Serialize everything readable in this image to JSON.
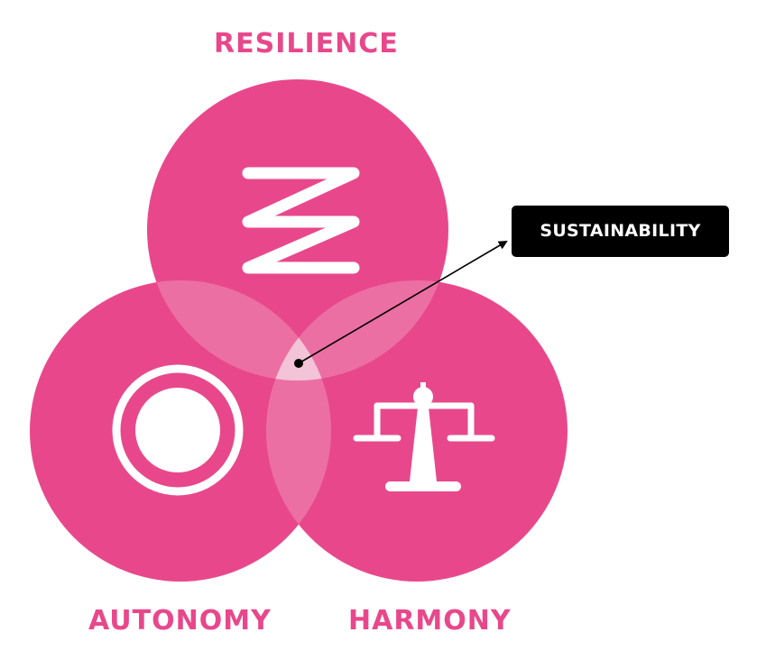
{
  "diagram": {
    "labels": {
      "top": "RESILIENCE",
      "left": "AUTONOMY",
      "right": "HARMONY",
      "center_callout": "SUSTAINABILITY"
    },
    "icons": {
      "top": "zigzag-icon",
      "left": "ring-icon",
      "right": "balance-scale-icon"
    },
    "colors": {
      "circle": "#e8488b",
      "overlap": "#ec6fa3",
      "center": "#f3c3d8",
      "label_text": "#e8488b",
      "callout_bg": "#000000",
      "callout_text": "#ffffff",
      "arrow": "#000000"
    }
  }
}
